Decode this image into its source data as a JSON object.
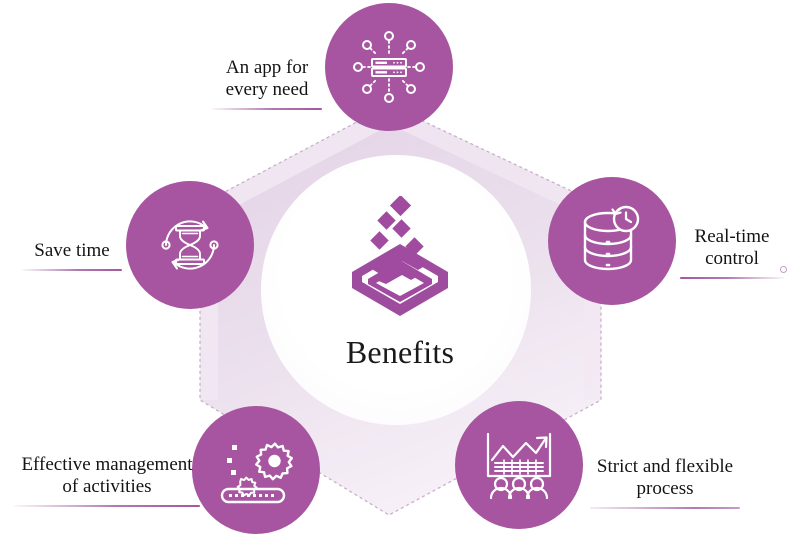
{
  "diagram": {
    "center": {
      "title": "Benefits",
      "logo_name": "benefits-chevron-logo"
    },
    "colors": {
      "accent": "#a755a0",
      "accent_light": "#e2cfe3",
      "band": "#e8dcea",
      "text": "#141414",
      "background": "#ffffff"
    },
    "nodes": [
      {
        "id": "an-app-for-every-need",
        "label": "An app for\never y need",
        "label_text": "An app for\nevery need",
        "icon": "server-network-icon",
        "position": "top"
      },
      {
        "id": "save-time",
        "label_text": "Save time",
        "icon": "hourglass-refresh-icon",
        "position": "left"
      },
      {
        "id": "real-time-control",
        "label_text": "Real-time\ncontrol",
        "icon": "database-clock-icon",
        "position": "right"
      },
      {
        "id": "effective-management-of-activities",
        "label_text": "Effective management\nof activities",
        "icon": "gear-conveyor-icon",
        "position": "bottom-left"
      },
      {
        "id": "strict-and-flexible-process",
        "label_text": "Strict and flexible\nprocess",
        "icon": "chart-presentation-people-icon",
        "position": "bottom-right"
      }
    ]
  }
}
